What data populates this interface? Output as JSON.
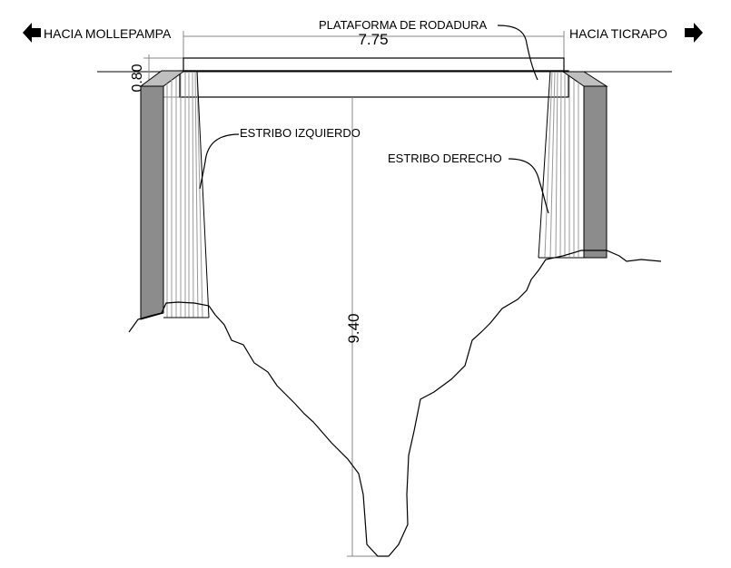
{
  "labels": {
    "left_direction": "HACIA  MOLLEPAMPA",
    "right_direction": "HACIA  TICRAPO",
    "platform": "PLATAFORMA DE RODADURA",
    "left_abutment": "ESTRIBO IZQUIERDO",
    "right_abutment": "ESTRIBO DERECHO"
  },
  "dimensions": {
    "span": "7.75",
    "deck_thickness": "0.80",
    "depth": "9.40"
  },
  "colors": {
    "line": "#000000",
    "dim_line": "#888888",
    "abutment_fill": "#8c8c8c",
    "hatch": "#999999"
  },
  "icons": {
    "left_arrow": "arrow-left-icon",
    "right_arrow": "arrow-right-icon"
  }
}
